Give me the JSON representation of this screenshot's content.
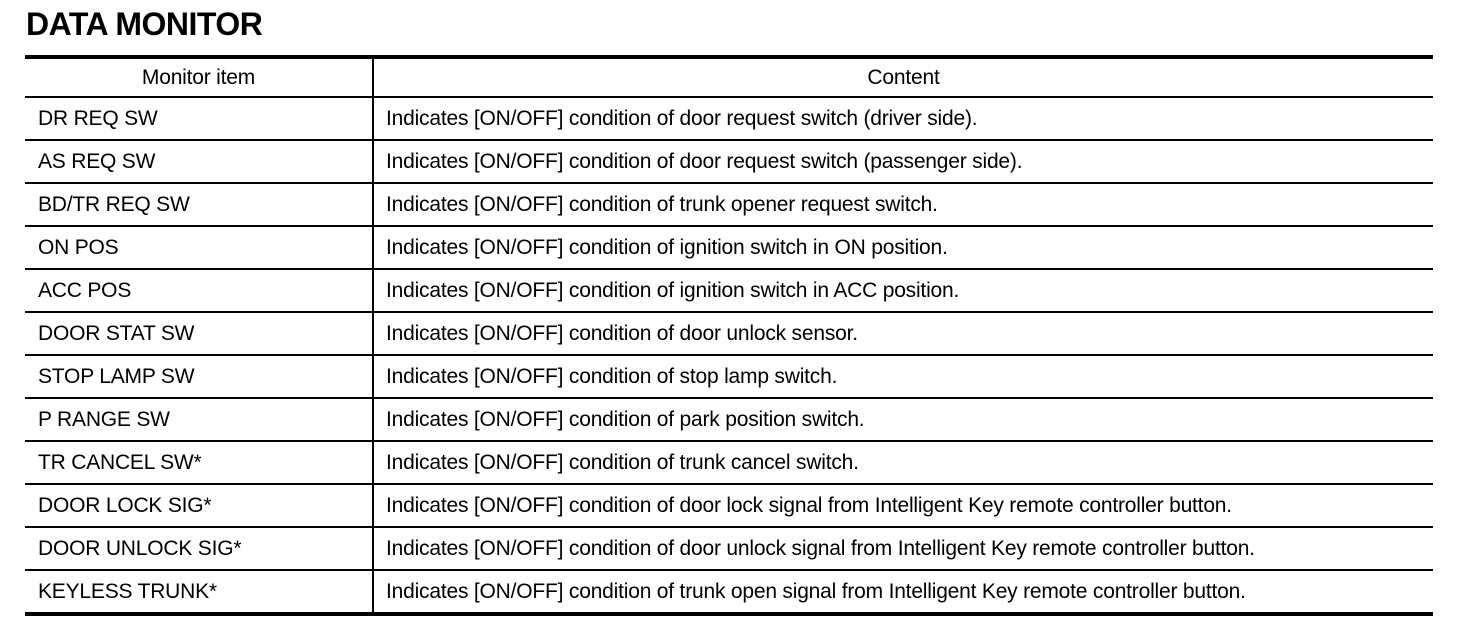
{
  "page": {
    "title": "DATA MONITOR"
  },
  "colors": {
    "text": "#000000",
    "border": "#000000",
    "background": "#ffffff"
  },
  "table": {
    "headers": {
      "item": "Monitor item",
      "content": "Content"
    },
    "rows": [
      {
        "item": "DR REQ SW",
        "content": "Indicates [ON/OFF] condition of door request switch (driver side)."
      },
      {
        "item": "AS REQ SW",
        "content": "Indicates [ON/OFF] condition of door request switch (passenger side)."
      },
      {
        "item": "BD/TR REQ SW",
        "content": "Indicates [ON/OFF] condition of trunk opener request switch."
      },
      {
        "item": "ON POS",
        "content": "Indicates [ON/OFF] condition of ignition switch in ON position."
      },
      {
        "item": "ACC POS",
        "content": "Indicates [ON/OFF] condition of ignition switch in ACC position."
      },
      {
        "item": "DOOR STAT SW",
        "content": "Indicates [ON/OFF] condition of door unlock sensor."
      },
      {
        "item": "STOP LAMP SW",
        "content": "Indicates [ON/OFF] condition of stop lamp switch."
      },
      {
        "item": "P RANGE SW",
        "content": "Indicates [ON/OFF] condition of park position switch."
      },
      {
        "item": "TR CANCEL SW*",
        "content": "Indicates [ON/OFF] condition of trunk cancel switch."
      },
      {
        "item": "DOOR LOCK SIG*",
        "content": "Indicates [ON/OFF] condition of door lock signal from Intelligent Key remote controller button."
      },
      {
        "item": "DOOR UNLOCK SIG*",
        "content": "Indicates [ON/OFF] condition of door unlock signal from Intelligent Key remote controller button."
      },
      {
        "item": "KEYLESS TRUNK*",
        "content": "Indicates [ON/OFF] condition of trunk open signal from Intelligent Key remote controller button."
      }
    ]
  }
}
